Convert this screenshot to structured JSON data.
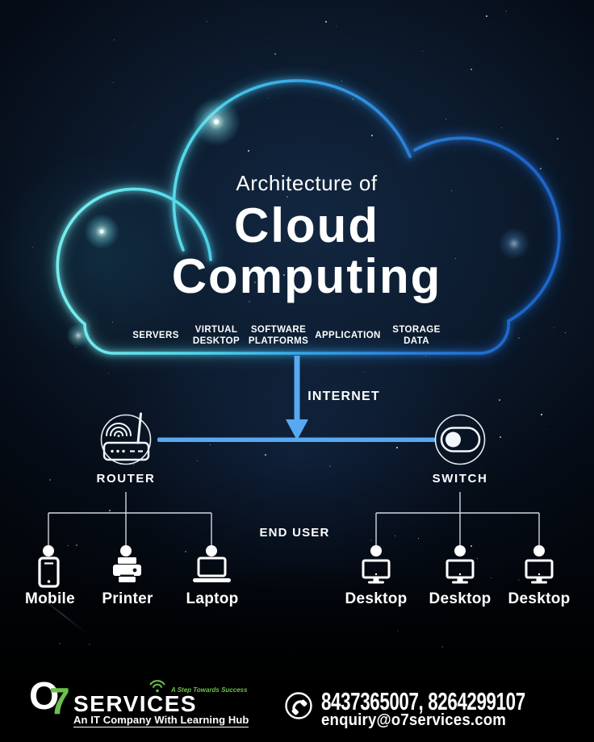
{
  "title": {
    "pre": "Architecture of",
    "main1": "Cloud",
    "main2": "Computing"
  },
  "cloud_labels": [
    "SERVERS",
    "VIRTUAL DESKTOP",
    "SOFTWARE PLATFORMS",
    "APPLICATION",
    "STORAGE DATA"
  ],
  "internet_label": "INTERNET",
  "router_label": "ROUTER",
  "switch_label": "SWITCH",
  "end_user_label": "END USER",
  "devices_left": [
    {
      "label": "Mobile"
    },
    {
      "label": "Printer"
    },
    {
      "label": "Laptop"
    }
  ],
  "devices_right": [
    {
      "label": "Desktop"
    },
    {
      "label": "Desktop"
    },
    {
      "label": "Desktop"
    }
  ],
  "footer": {
    "logo_o": "O",
    "logo_7": "7",
    "logo_name": "SERVICES",
    "logo_tagline": "A Step Towards Success",
    "logo_subtitle": "An IT Company With Learning Hub",
    "phones": "8437365007, 8264299107",
    "email": "enquiry@o7services.com"
  },
  "colors": {
    "accent_cyan": "#74ecee",
    "accent_blue": "#1d66c9",
    "connector_blue": "#57a9f1",
    "brand_green": "#6cc04a",
    "white": "#ffffff"
  }
}
